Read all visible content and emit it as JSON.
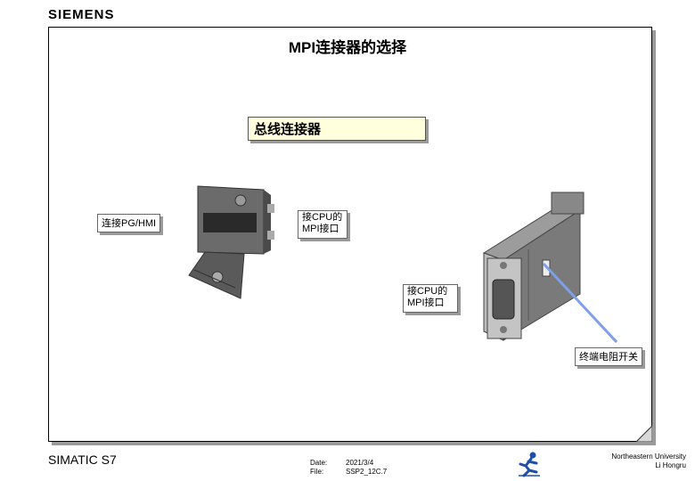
{
  "header": {
    "brand": "SIEMENS"
  },
  "slide": {
    "title": "MPI连接器的选择",
    "bus_connector_label": "总线连接器",
    "callouts": {
      "connect_pg": "连接PG/HMI",
      "cpu_mpi_top_line1": "接CPU的",
      "cpu_mpi_top_line2": "MPI接口",
      "cpu_mpi_right_line1": "接CPU的",
      "cpu_mpi_right_line2": "MPI接口",
      "terminator": "终端电阻开关"
    }
  },
  "footer": {
    "product": "SIMATIC S7",
    "date_label": "Date:",
    "date_value": "2021/3/4",
    "file_label": "File:",
    "file_value": "SSP2_12C.7",
    "university_line1": "Northeastern University",
    "university_line2": "Li Hongru"
  },
  "colors": {
    "bus_label_bg": "#ffffdd",
    "pointer_line": "#7f9fe8",
    "shadow": "#9a9a9a"
  },
  "icons": [
    "connector-plug-image",
    "cpu-connector-image",
    "runner-logo-icon",
    "page-fold-icon"
  ]
}
